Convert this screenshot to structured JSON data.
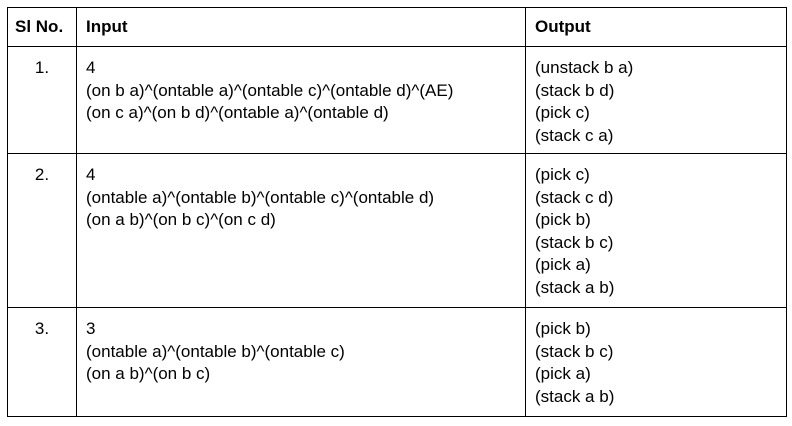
{
  "table": {
    "headers": {
      "sl_no": "Sl No.",
      "input": "Input",
      "output": "Output"
    },
    "rows": [
      {
        "sl_no": "1.",
        "input": [
          "4",
          "(on b a)^(ontable a)^(ontable c)^(ontable d)^(AE)",
          "(on c a)^(on b d)^(ontable a)^(ontable d)"
        ],
        "output": [
          "(unstack b a)",
          "(stack b d)",
          "(pick c)",
          "(stack c a)"
        ]
      },
      {
        "sl_no": "2.",
        "input": [
          "4",
          "(ontable a)^(ontable b)^(ontable c)^(ontable d)",
          "(on a b)^(on b c)^(on c d)"
        ],
        "output": [
          "(pick c)",
          "(stack c d)",
          "(pick b)",
          "(stack b c)",
          "(pick a)",
          "(stack a b)"
        ]
      },
      {
        "sl_no": "3.",
        "input": [
          "3",
          "(ontable a)^(ontable b)^(ontable c)",
          "(on a b)^(on b c)"
        ],
        "output": [
          "(pick b)",
          "(stack b c)",
          "(pick a)",
          "(stack a b)"
        ]
      }
    ]
  }
}
